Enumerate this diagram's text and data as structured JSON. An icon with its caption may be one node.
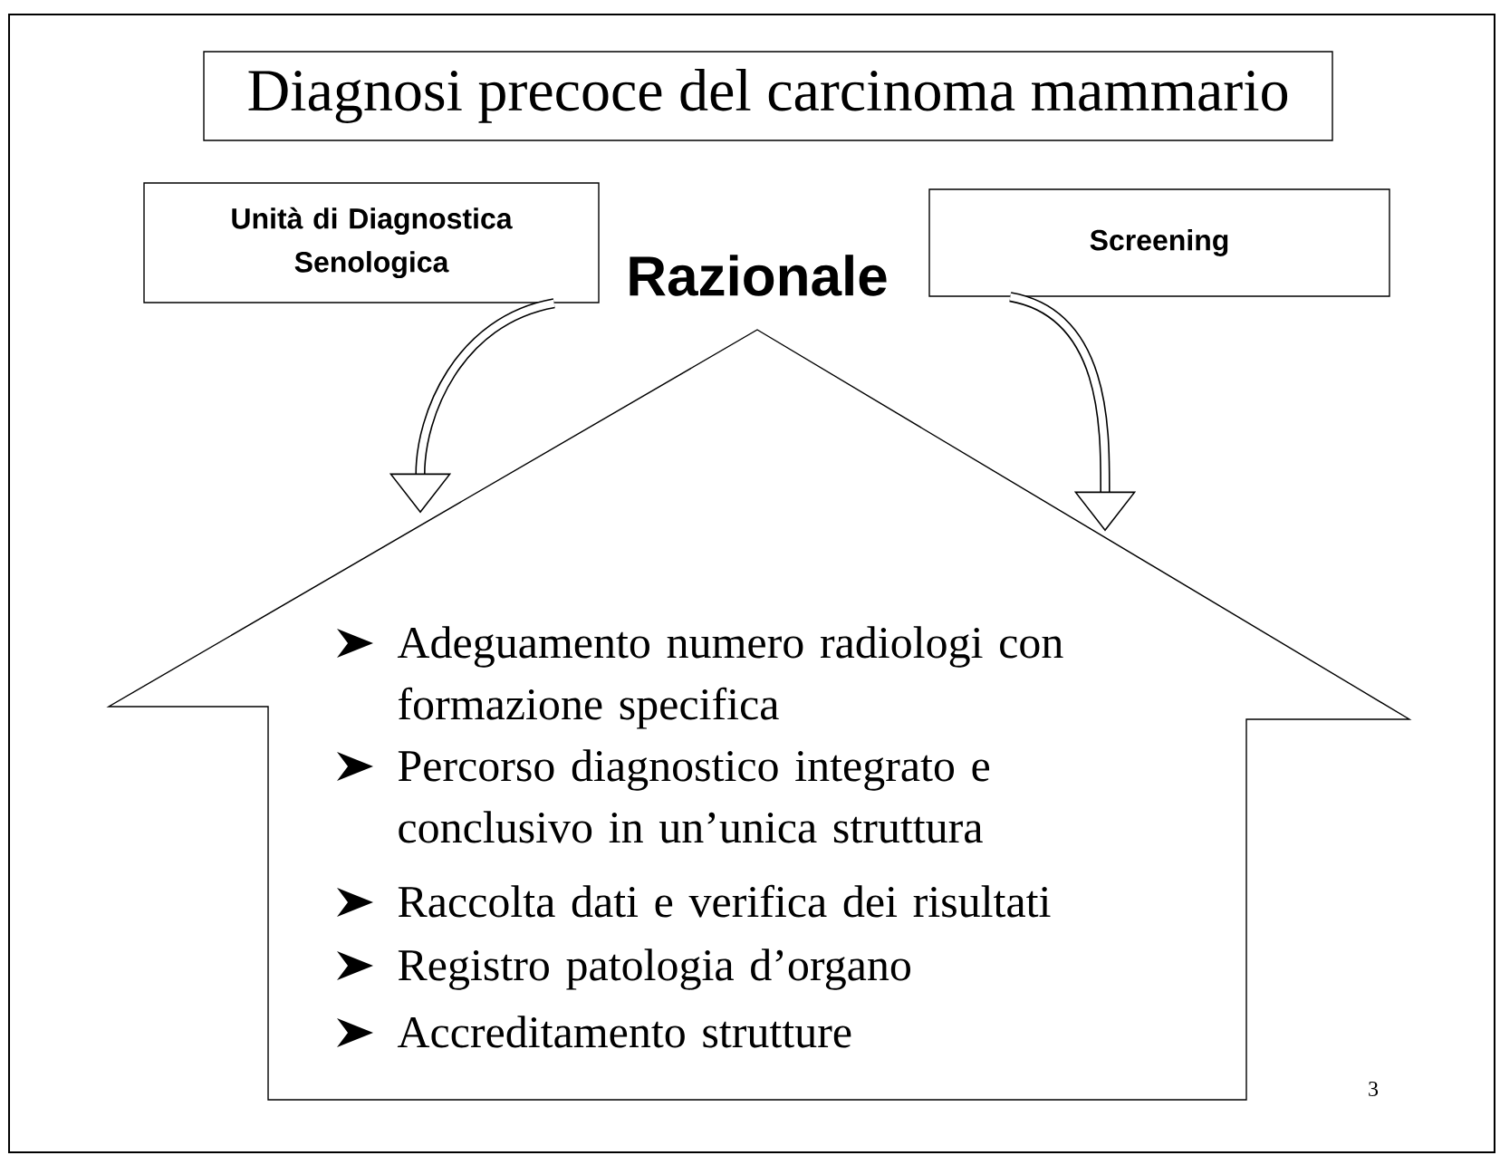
{
  "diagram": {
    "title": "Diagnosi precoce del carcinoma mammario",
    "nodes": [
      {
        "text": [
          "Unità di Diagnostica Senologica"
        ]
      },
      {
        "text": [
          "Screening"
        ]
      },
      {
        "text": [
          "Adeguamento numero radiologi con formazione specifica",
          "Percorso diagnostico integrato e conclusivo in un’unica struttura",
          "Raccolta dati e verifica dei risultati",
          "Registro patologia d’organo",
          "Accreditamento strutture"
        ]
      }
    ],
    "edges": [
      {
        "from": 0,
        "to": 2,
        "arrow": "to"
      },
      {
        "from": 1,
        "to": 2,
        "arrow": "to"
      }
    ],
    "labels": [
      "Razionale",
      "3"
    ]
  }
}
